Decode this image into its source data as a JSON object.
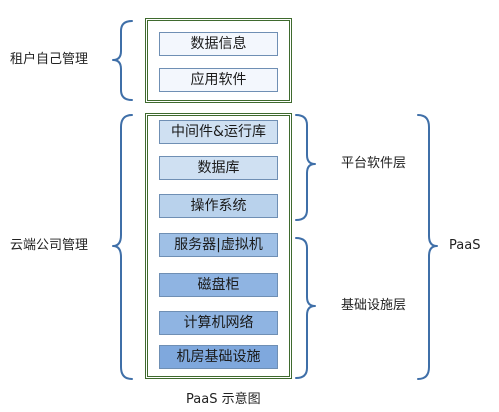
{
  "groups": {
    "tenant": "租户自己管理",
    "cloud": "云端公司管理",
    "platform": "平台软件层",
    "infra": "基础设施层",
    "paas": "PaaS"
  },
  "tenant_items": [
    "数据信息",
    "应用软件"
  ],
  "cloud_items": [
    "中间件&运行库",
    "数据库",
    "操作系统",
    "服务器|虚拟机",
    "磁盘柜",
    "计算机网络",
    "机房基础设施"
  ],
  "caption": "PaaS 示意图",
  "colors": {
    "frame": "#3f6a2e",
    "bracket": "#3f6fa8",
    "box_border": "#6f8fb4"
  }
}
